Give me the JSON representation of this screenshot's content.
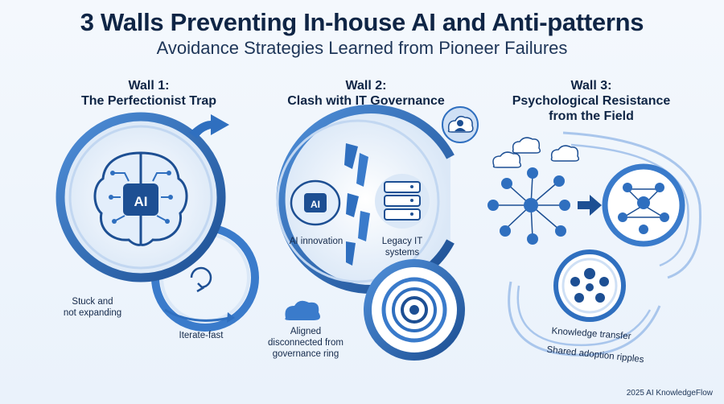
{
  "header": {
    "title": "3 Walls Preventing In-house AI and Anti-patterns",
    "subtitle": "Avoidance Strategies Learned from Pioneer Failures"
  },
  "walls": [
    {
      "heading_line1": "Wall 1:",
      "heading_line2": "The Perfectionist Trap",
      "chip_text": "AI",
      "labels": {
        "stuck_line1": "Stuck and",
        "stuck_line2": "not expanding",
        "iterate": "Iterate-fast"
      }
    },
    {
      "heading_line1": "Wall 2:",
      "heading_line2": "Clash with IT Governance",
      "chip_text": "AI",
      "labels": {
        "ai_innovation": "AI innovation",
        "legacy_line1": "Legacy IT",
        "legacy_line2": "systems",
        "aligned_line1": "Aligned",
        "aligned_line2": "disconnected from",
        "aligned_line3": "governance ring"
      }
    },
    {
      "heading_line1": "Wall 3:",
      "heading_line2": "Psychological Resistance",
      "heading_line3": "from the Field",
      "labels": {
        "knowledge": "Knowledge transfer",
        "ripples": "Shared adoption ripples"
      }
    }
  ],
  "footer": {
    "credit": "2025 AI KnowledgeFlow"
  },
  "colors": {
    "primary": "#2f6fbf",
    "primary_dark": "#1d4f93",
    "light": "#cfe0f5",
    "text": "#0f2545"
  }
}
